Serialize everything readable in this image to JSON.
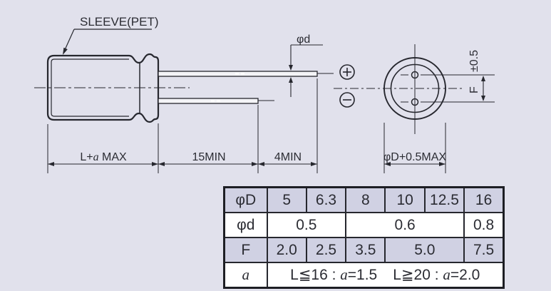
{
  "colors": {
    "page_bg": "#e1e1ec",
    "cell_lavender": "#d0d1e3",
    "cell_white": "#ffffff",
    "line": "#26272e"
  },
  "diagram": {
    "sleeve_label": "SLEEVE(PET)",
    "lead_dia_label": "φd",
    "body_length_dim": {
      "pre": "L+",
      "alpha": "a",
      "post": " MAX"
    },
    "lead_min_dim": "15MIN",
    "tip_min_dim": "4MIN",
    "case_dia_dim": "φD+0.5MAX",
    "spacing_tolerance": "±0.5",
    "spacing_label": "F"
  },
  "table": {
    "r0": {
      "h": "φD",
      "c": [
        "5",
        "6.3",
        "8",
        "10",
        "12.5",
        "16"
      ]
    },
    "r1": {
      "h": "φd",
      "c": [
        "0.5",
        "0.6",
        "0.8"
      ]
    },
    "r2": {
      "h": "F",
      "c": [
        "2.0",
        "2.5",
        "3.5",
        "5.0",
        "7.5"
      ]
    },
    "r3": {
      "h": "a",
      "note": {
        "p0": "L≦16 : ",
        "a0": "a",
        "p1": "=1.5",
        "p2": "L≧20 : ",
        "a1": "a",
        "p3": "=2.0"
      }
    }
  }
}
